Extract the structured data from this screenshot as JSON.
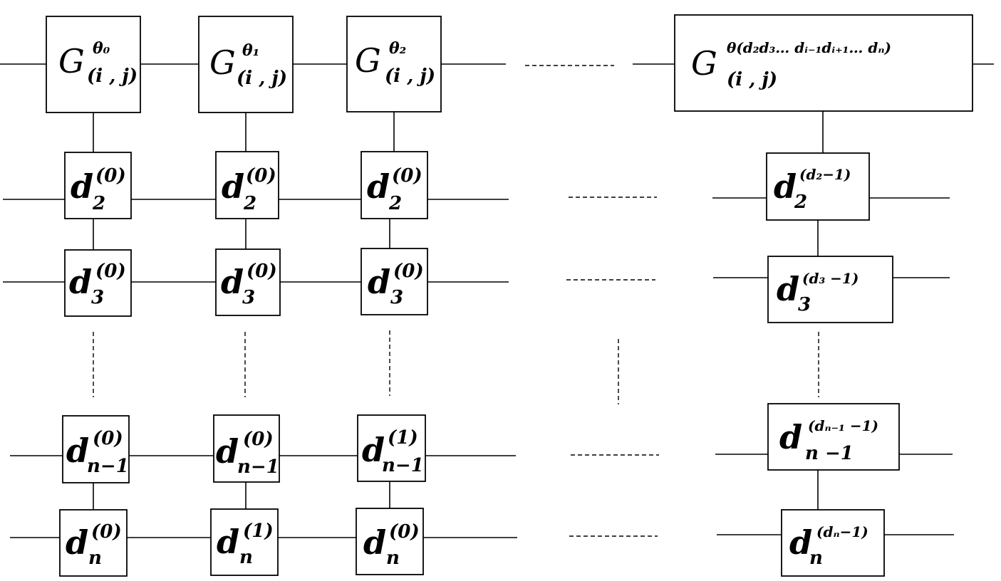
{
  "gates": {
    "col0": {
      "letter": "G",
      "sup": "θ₀",
      "sub": "(i , j)"
    },
    "col1": {
      "letter": "G",
      "sup": "θ₁",
      "sub": "(i , j)"
    },
    "col2": {
      "letter": "G",
      "sup": "θ₂",
      "sub": "(i , j)"
    },
    "last": {
      "letter": "G",
      "sup": "θ(d₂d₃… dᵢ₋₁dᵢ₊₁… dₙ)",
      "sub": "(i , j)"
    }
  },
  "cells": {
    "col0": {
      "r2": {
        "letter": "d",
        "sub": "2",
        "sup": "(0)"
      },
      "r3": {
        "letter": "d",
        "sub": "3",
        "sup": "(0)"
      },
      "rn1": {
        "letter": "d",
        "sub": "n−1",
        "sup": "(0)"
      },
      "rn": {
        "letter": "d",
        "sub": "n",
        "sup": "(0)"
      }
    },
    "col1": {
      "r2": {
        "letter": "d",
        "sub": "2",
        "sup": "(0)"
      },
      "r3": {
        "letter": "d",
        "sub": "3",
        "sup": "(0)"
      },
      "rn1": {
        "letter": "d",
        "sub": "n−1",
        "sup": "(0)"
      },
      "rn": {
        "letter": "d",
        "sub": "n",
        "sup": "(1)"
      }
    },
    "col2": {
      "r2": {
        "letter": "d",
        "sub": "2",
        "sup": "(0)"
      },
      "r3": {
        "letter": "d",
        "sub": "3",
        "sup": "(0)"
      },
      "rn1": {
        "letter": "d",
        "sub": "n−1",
        "sup": "(1)"
      },
      "rn": {
        "letter": "d",
        "sub": "n",
        "sup": "(0)"
      }
    },
    "last": {
      "r2": {
        "letter": "d",
        "sub": "2",
        "sup": "(d₂−1)"
      },
      "r3": {
        "letter": "d",
        "sub": "3",
        "sup": "(d₃ −1)"
      },
      "rn1": {
        "letter": "d",
        "sub": "n −1",
        "sup": "(dₙ₋₁ −1)"
      },
      "rn": {
        "letter": "d",
        "sub": "n",
        "sup": "(dₙ−1)"
      }
    }
  }
}
